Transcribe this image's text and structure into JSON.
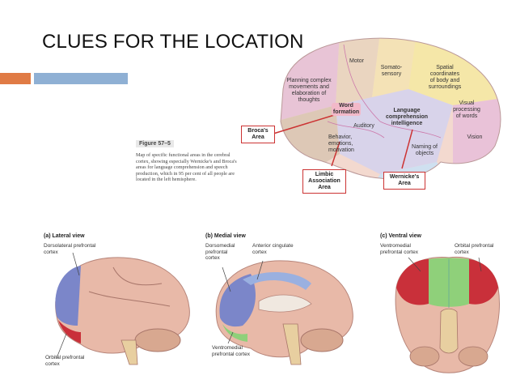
{
  "slide": {
    "title": "CLUES FOR THE LOCATION"
  },
  "top_diagram": {
    "areas": {
      "motor": "Motor",
      "somatosensory": "Somato-\nsensory",
      "spatial": "Spatial\ncoordinates\nof body and\nsurroundings",
      "planning": "Planning complex\nmovements and\nelaboration of\nthoughts",
      "word_formation": "Word\nformation",
      "language": "Language\ncomprehension\nintelligence",
      "visual": "Visual\nprocessing\nof words",
      "auditory": "Auditory",
      "behavior": "Behavior,\nemotions,\nmotivation",
      "naming": "Naming of\nobjects",
      "vision": "Vision"
    },
    "callouts": {
      "broca": "Broca's\nArea",
      "limbic": "Limbic\nAssociation\nArea",
      "wernicke": "Wernicke's\nArea"
    },
    "figure_label": "Figure 57–5",
    "caption": "Map of specific functional areas in the cerebral cortex, showing especially Wernicke's and Broca's areas for language comprehension and speech production, which in 95 per cent of all people are located in the left hemisphere."
  },
  "bottom_views": {
    "lateral": {
      "title": "(a) Lateral view",
      "dorsolateral": "Dorsolateral prefrontal\ncortex",
      "orbital": "Orbital prefrontal\ncortex"
    },
    "medial": {
      "title": "(b) Medial view",
      "dorsomedial": "Dorsomedial\nprefrontal\ncortex",
      "anterior_cingulate": "Anterior cingulate\ncortex",
      "ventromedial": "Ventromedial\nprefrontal cortex"
    },
    "ventral": {
      "title": "(c) Ventral view",
      "ventromedial": "Ventromedial\nprefrontal cortex",
      "orbital": "Orbital prefrontal\ncortex"
    }
  },
  "colors": {
    "orange_bar": "#e07b45",
    "blue_bar": "#8fb0d4",
    "callout_border": "#cc3333",
    "dorsolateral": "#7b86c9",
    "orbital": "#c9303a",
    "ventromedial": "#8fd07a"
  }
}
